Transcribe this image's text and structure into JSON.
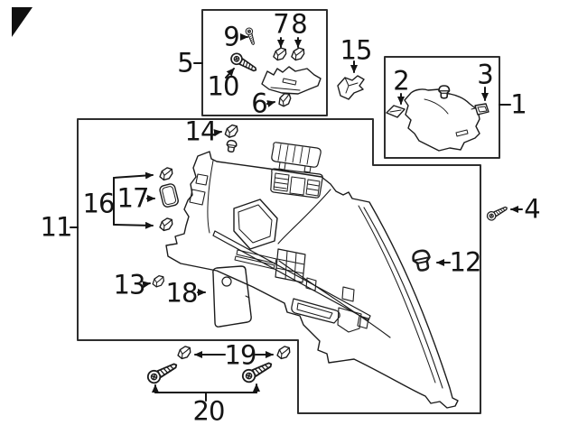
{
  "diagram": {
    "kind": "exploded-parts-diagram",
    "background": "#ffffff",
    "line_color": "#1c1c1c",
    "box_border_color": "#2e2e2e"
  },
  "callouts": {
    "n1": {
      "label": "1",
      "icon": "trim-corner-piece-icon"
    },
    "n2": {
      "label": "2",
      "icon": "clip-icon"
    },
    "n3": {
      "label": "3",
      "icon": "clip-icon"
    },
    "n4": {
      "label": "4",
      "icon": "screw-icon"
    },
    "n5": {
      "label": "5",
      "icon": "bracket-icon"
    },
    "n6": {
      "label": "6",
      "icon": "clip-icon"
    },
    "n7": {
      "label": "7",
      "icon": "clip-icon"
    },
    "n8": {
      "label": "8",
      "icon": "clip-icon"
    },
    "n9": {
      "label": "9",
      "icon": "screw-icon"
    },
    "n10": {
      "label": "10",
      "icon": "screw-icon"
    },
    "n11": {
      "label": "11",
      "icon": "quarter-trim-panel-icon"
    },
    "n12": {
      "label": "12",
      "icon": "push-pin-icon"
    },
    "n13": {
      "label": "13",
      "icon": "clip-icon"
    },
    "n14": {
      "label": "14",
      "icon": "clip-icon"
    },
    "n15": {
      "label": "15",
      "icon": "clip-bracket-icon"
    },
    "n16": {
      "label": "16",
      "icon": "clip-pair-icon"
    },
    "n17": {
      "label": "17",
      "icon": "cover-cap-icon"
    },
    "n18": {
      "label": "18",
      "icon": "access-cover-icon"
    },
    "n19": {
      "label": "19",
      "icon": "clip-pair-icon"
    },
    "n20": {
      "label": "20",
      "icon": "screw-pair-icon"
    }
  }
}
